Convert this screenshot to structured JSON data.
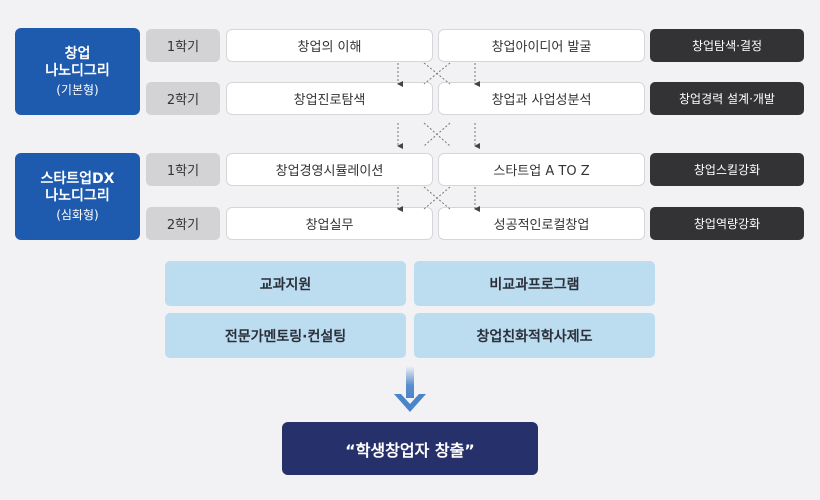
{
  "tracks": [
    {
      "title_lines": [
        "창업",
        "나노디그리"
      ],
      "subtitle": "(기본형)",
      "rows": [
        {
          "semester": "1학기",
          "course_a": "창업의 이해",
          "course_b": "창업아이디어 발굴",
          "outcome": "창업탐색·결정"
        },
        {
          "semester": "2학기",
          "course_a": "창업진로탐색",
          "course_b": "창업과 사업성분석",
          "outcome": "창업경력 설계·개발"
        }
      ]
    },
    {
      "title_lines": [
        "스타트업DX",
        "나노디그리"
      ],
      "subtitle": "(심화형)",
      "rows": [
        {
          "semester": "1학기",
          "course_a": "창업경영시뮬레이션",
          "course_b": "스타트업 A TO Z",
          "outcome": "창업스킬강화"
        },
        {
          "semester": "2학기",
          "course_a": "창업실무",
          "course_b": "성공적인로컬창업",
          "outcome": "창업역량강화"
        }
      ]
    }
  ],
  "support": [
    "교과지원",
    "비교과프로그램",
    "전문가멘토링·컨설팅",
    "창업친화적학사제도"
  ],
  "final": "“학생창업자 창출”",
  "colors": {
    "track_bg": "#1e5aad",
    "outcome_bg": "#333335",
    "support_bg": "#bcdcef",
    "final_bg": "#26306b",
    "arrow": "#4a84c9"
  }
}
